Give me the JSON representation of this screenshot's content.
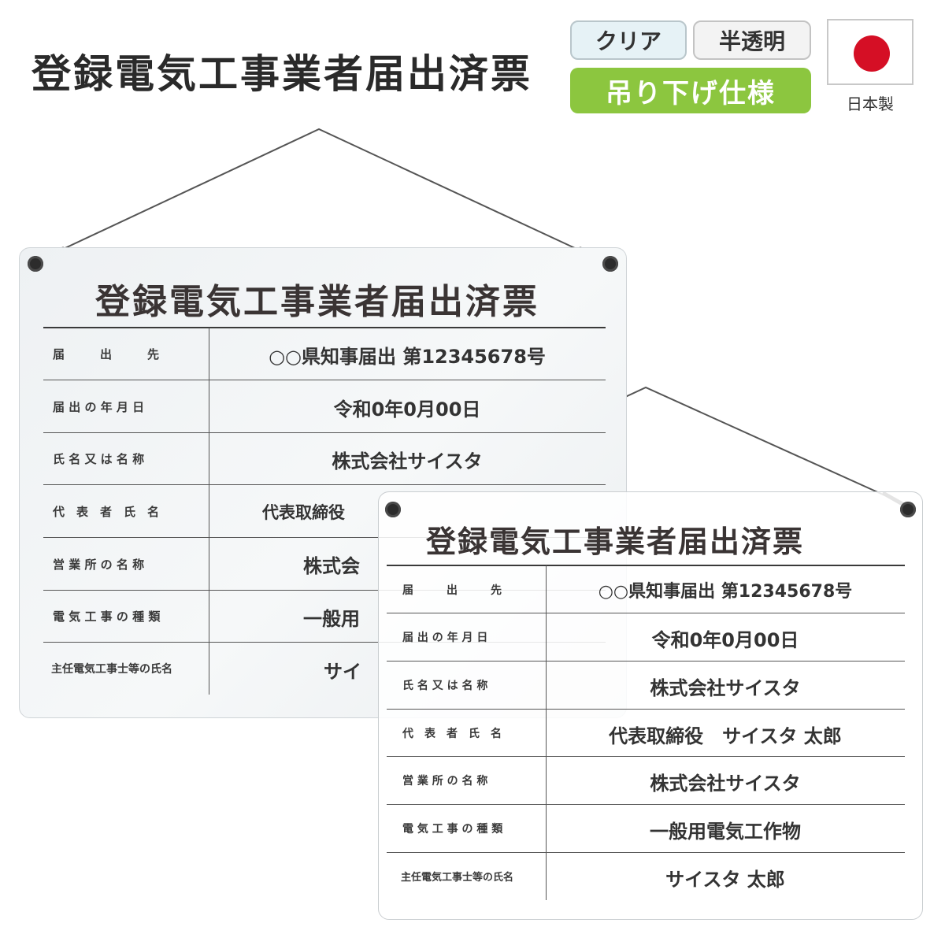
{
  "page_title": "登録電気工事業者届出済票",
  "badges": {
    "clear": "クリア",
    "translucent": "半透明",
    "hanging": "吊り下げ仕様"
  },
  "made_in": "日本製",
  "colors": {
    "badge_green": "#8cc63f",
    "flag_red": "#d50f25",
    "badge_clear_bg": "#e6f2f6"
  },
  "sign_back": {
    "heading": "登録電気工事業者届出済票",
    "rows": [
      {
        "label": "届　　　出　　　先",
        "value": "○○県知事届出 第12345678号"
      },
      {
        "label": "届 出 の 年 月 日",
        "value": "令和0年0月00日"
      },
      {
        "label": "氏 名 又 は 名 称",
        "value": "株式会社サイスタ"
      },
      {
        "label": "代　表　者　氏　名",
        "value": "代表取締役"
      },
      {
        "label": "営 業 所 の 名 称",
        "value": "株式会"
      },
      {
        "label": "電 気 工 事 の 種 類",
        "value": "一般用"
      },
      {
        "label": "主任電気工事士等の氏名",
        "value": "サイ"
      }
    ]
  },
  "sign_front": {
    "heading": "登録電気工事業者届出済票",
    "rows": [
      {
        "label": "届　　　出　　　先",
        "value": "○○県知事届出 第12345678号"
      },
      {
        "label": "届 出 の 年 月 日",
        "value": "令和0年0月00日"
      },
      {
        "label": "氏 名 又 は 名 称",
        "value": "株式会社サイスタ"
      },
      {
        "label": "代　表　者　氏　名",
        "value": "代表取締役　サイスタ 太郎"
      },
      {
        "label": "営 業 所 の 名 称",
        "value": "株式会社サイスタ"
      },
      {
        "label": "電 気 工 事 の 種 類",
        "value": "一般用電気工作物"
      },
      {
        "label": "主任電気工事士等の氏名",
        "value": "サイスタ 太郎"
      }
    ]
  }
}
